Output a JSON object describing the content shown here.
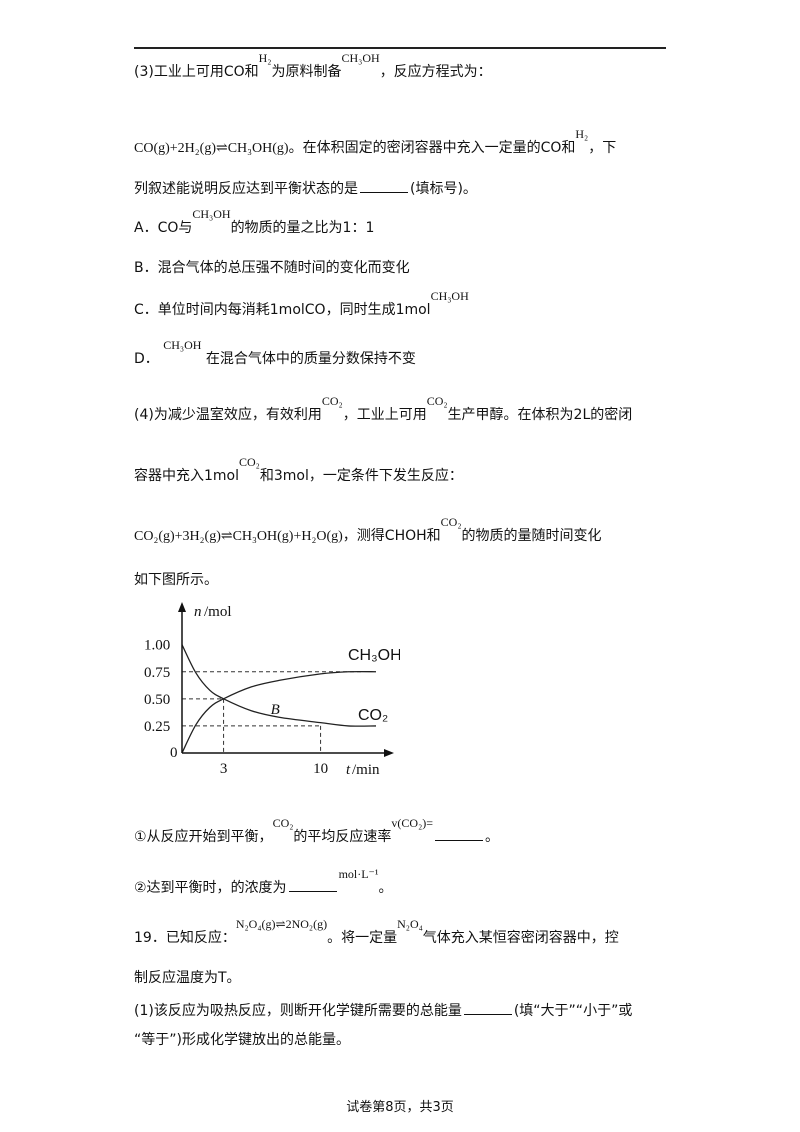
{
  "q3": {
    "intro_a": "(3)工业上可用CO和",
    "h2": "H₂",
    "intro_b": "为原料制备",
    "ch3oh": "CH₃OH",
    "intro_c": "，反应方程式为：",
    "equation": "CO(g)+2H₂(g)⇌CH₃OH(g)",
    "cond_a": "。在体积固定的密闭容器中充入一定量的CO和",
    "cond_b": "，下",
    "ask_a": "列叙述能说明反应达到平衡状态的是",
    "ask_b": "(填标号)。",
    "opt_a_1": "A．CO与",
    "opt_a_2": "的物质的量之比为1：1",
    "opt_b": "B．混合气体的总压强不随时间的变化而变化",
    "opt_c_1": "C．单位时间内每消耗1molCO，同时生成1mol",
    "opt_d_1": "D．",
    "opt_d_2": "在混合气体中的质量分数保持不变"
  },
  "q4": {
    "l1_a": "(4)为减少温室效应，有效利用",
    "co2": "CO₂",
    "l1_b": "，工业上可用",
    "l1_c": "生产甲醇。在体积为2L的密闭",
    "l2_a": "容器中充入1mol",
    "l2_b": "和3mol",
    "l2_c": "，一定条件下发生反应：",
    "equation": "CO₂(g)+3H₂(g)⇌CH₃OH(g)+H₂O(g)",
    "l3_b": "，测得CHOH和",
    "l3_c": "的物质的量随时间变化",
    "l4": "如下图所示。",
    "sub1_a": "①从反应开始到平衡，",
    "sub1_b": "的平均反应速率",
    "rate_expr": "v(CO₂)=",
    "sub1_c": "。",
    "sub2_a": "②达到平衡时，",
    "sub2_b": "的浓度为",
    "unit": "mol·L⁻¹",
    "sub2_c": "。"
  },
  "q19": {
    "l1_a": "19．已知反应：",
    "equation": "N₂O₄(g)⇌2NO₂(g)",
    "l1_b": "。将一定量",
    "n2o4": "N₂O₄",
    "l1_c": "气体充入某恒容密闭容器中，控",
    "l2": "制反应温度为T。",
    "l3_a": "(1)该反应为吸热反应，则断开化学键所需要的总能量",
    "l3_b": "(填“大于”“小于”或",
    "l4": "“等于”)形成化学键放出的总能量。"
  },
  "footer": "试卷第8页，共3页",
  "chart_data": {
    "type": "line",
    "ylabel_var": "n",
    "ylabel_unit": "/mol",
    "xlabel_var": "t",
    "xlabel_unit": "/min",
    "yticks": [
      "1.00",
      "0.75",
      "0.50",
      "0.25"
    ],
    "y_origin_label": "0",
    "xticks": [
      "3",
      "10"
    ],
    "xlim": [
      0,
      14
    ],
    "ylim": [
      0,
      1.2
    ],
    "point_label": "B",
    "series": [
      {
        "name": "CH₃OH",
        "x": [
          0,
          1,
          2,
          3,
          5,
          7,
          10,
          12,
          14
        ],
        "y": [
          0,
          0.26,
          0.42,
          0.5,
          0.61,
          0.67,
          0.73,
          0.75,
          0.75
        ]
      },
      {
        "name": "CO₂",
        "x": [
          0,
          1,
          2,
          3,
          5,
          7,
          10,
          12,
          14
        ],
        "y": [
          1.0,
          0.74,
          0.58,
          0.5,
          0.39,
          0.33,
          0.28,
          0.25,
          0.25
        ]
      }
    ],
    "guides_y": [
      0.75,
      0.5,
      0.25
    ],
    "guides_x": [
      3,
      10
    ]
  }
}
